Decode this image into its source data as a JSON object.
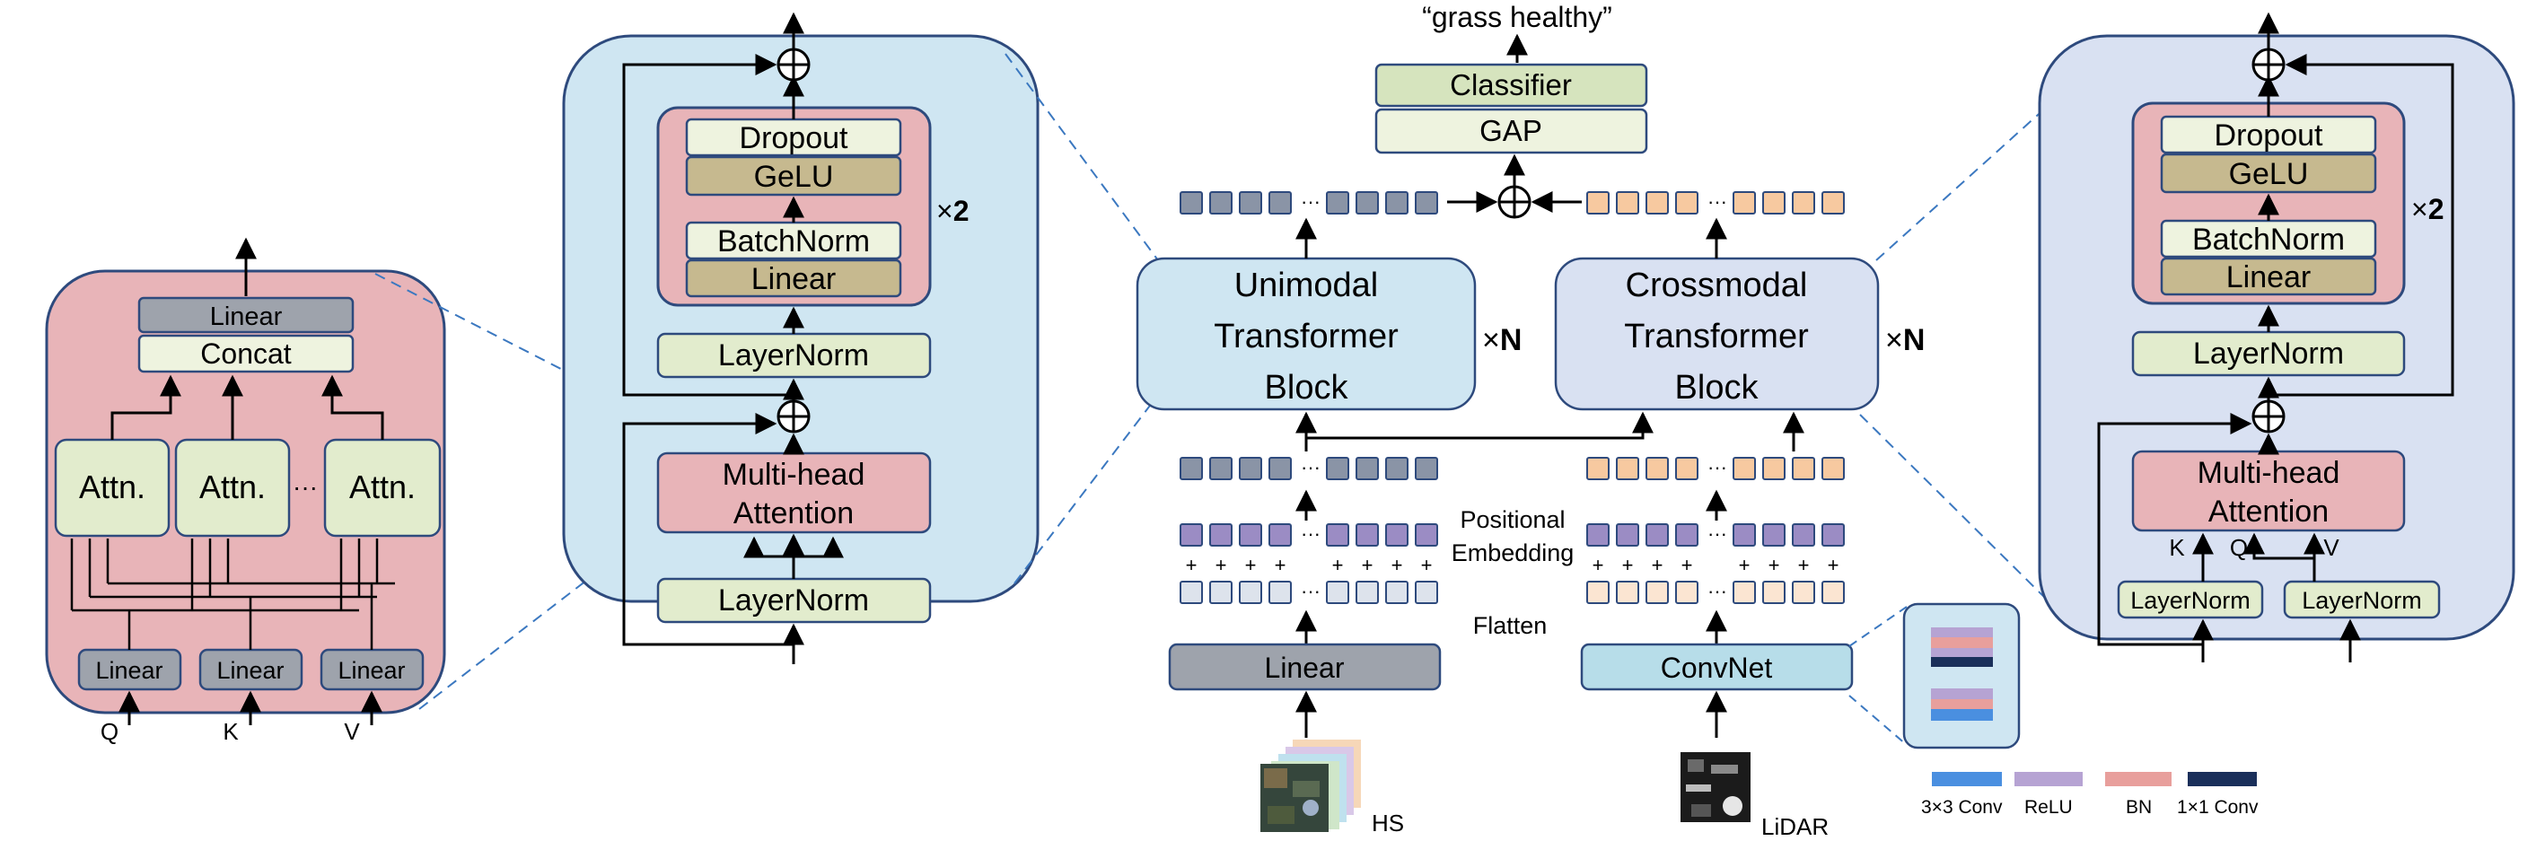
{
  "mha_detail": {
    "linear_top": "Linear",
    "concat": "Concat",
    "attn_1": "Attn.",
    "attn_2": "Attn.",
    "attn_3": "Attn.",
    "attn_dots": "···",
    "linear_q": "Linear",
    "linear_k": "Linear",
    "linear_v": "Linear",
    "q_label": "Q",
    "k_label": "K",
    "v_label": "V"
  },
  "unimodal_detail": {
    "dropout": "Dropout",
    "gelu": "GeLU",
    "batchnorm": "BatchNorm",
    "linear": "Linear",
    "repeat_mark": "×",
    "repeat_count": "2",
    "layernorm_upper": "LayerNorm",
    "mha_line1": "Multi-head",
    "mha_line2": "Attention",
    "layernorm_lower": "LayerNorm"
  },
  "crossmodal_detail": {
    "dropout": "Dropout",
    "gelu": "GeLU",
    "batchnorm": "BatchNorm",
    "linear": "Linear",
    "repeat_mark": "×",
    "repeat_count": "2",
    "layernorm_upper": "LayerNorm",
    "mha_line1": "Multi-head",
    "mha_line2": "Attention",
    "k_label": "K",
    "q_label": "Q",
    "v_label": "V",
    "layernorm_left": "LayerNorm",
    "layernorm_right": "LayerNorm"
  },
  "center": {
    "output_label": "“grass healthy”",
    "classifier": "Classifier",
    "gap": "GAP",
    "unimodal_line1": "Unimodal",
    "unimodal_line2": "Transformer",
    "unimodal_line3": "Block",
    "crossmodal_line1": "Crossmodal",
    "crossmodal_line2": "Transformer",
    "crossmodal_line3": "Block",
    "times_n_mark": "×",
    "times_n_value": "N",
    "positional_line1": "Positional",
    "positional_line2": "Embedding",
    "flatten": "Flatten",
    "linear": "Linear",
    "convnet": "ConvNet",
    "hs_label": "HS",
    "lidar_label": "LiDAR",
    "token_dots": "···",
    "plus": "+"
  },
  "legend": {
    "conv3": "3×3 Conv",
    "relu": "ReLU",
    "bn": "BN",
    "conv1": "1×1 Conv"
  },
  "colors": {
    "pink_fill": "#e8b4b8",
    "light_blue_panel": "#cfe6f2",
    "lavender_panel": "#d9e1f2",
    "green_fill": "#e2eccd",
    "gray_fill": "#9ea3ac",
    "tan_fill": "#c6b98f",
    "edge_blue": "#2e4a7d",
    "token_gray": "#8a94a6",
    "token_purple": "#9b8cc4",
    "token_light": "#dde3ec",
    "token_orange": "#f7c9a0",
    "conv_blue": "#4a8fe0",
    "relu_purple": "#b6a3d3",
    "bn_pink": "#e89f9c",
    "conv1_navy": "#1a2f5a"
  }
}
